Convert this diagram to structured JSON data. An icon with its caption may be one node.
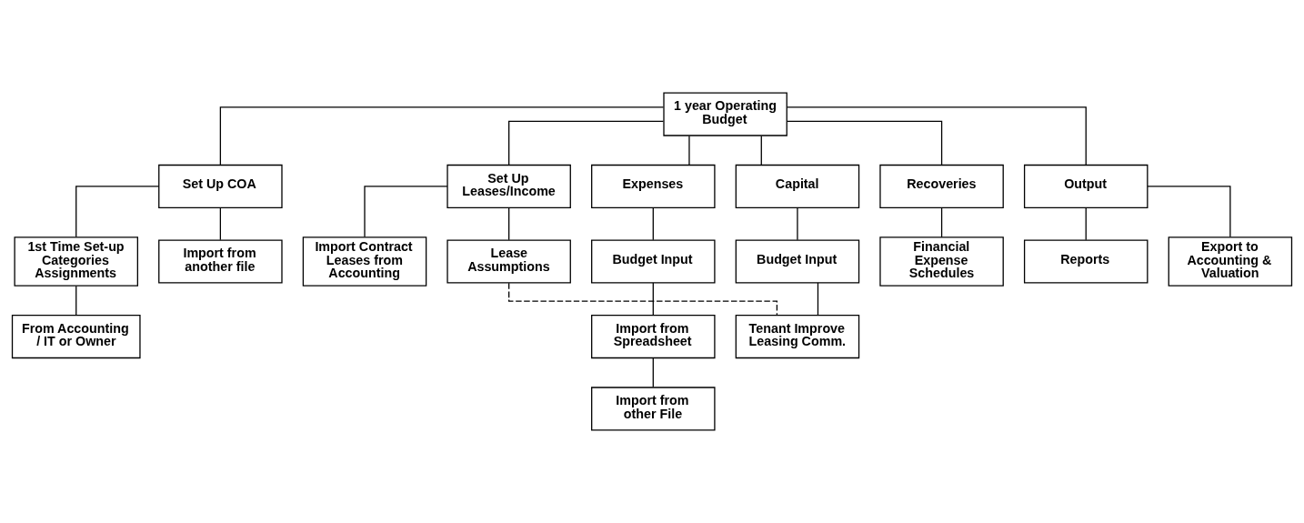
{
  "diagram": {
    "nodes": [
      {
        "text": [
          "1 year Operating Budget"
        ]
      },
      {
        "text": [
          "Set Up COA"
        ]
      },
      {
        "text": [
          "Set Up Leases/Income"
        ]
      },
      {
        "text": [
          "Expenses"
        ]
      },
      {
        "text": [
          "Capital"
        ]
      },
      {
        "text": [
          "Recoveries"
        ]
      },
      {
        "text": [
          "Output"
        ]
      },
      {
        "text": [
          "1st Time Set-up Categories Assignments"
        ]
      },
      {
        "text": [
          "Import from another file"
        ]
      },
      {
        "text": [
          "From Accounting / IT or Owner"
        ]
      },
      {
        "text": [
          "Import Contract Leases from Accounting"
        ]
      },
      {
        "text": [
          "Lease Assumptions"
        ]
      },
      {
        "text": [
          "Budget Input"
        ]
      },
      {
        "text": [
          "Import from Spreadsheet"
        ]
      },
      {
        "text": [
          "Import from other File"
        ]
      },
      {
        "text": [
          "Budget Input"
        ]
      },
      {
        "text": [
          "Tenant Improve Leasing Comm."
        ]
      },
      {
        "text": [
          "Financial Expense Schedules"
        ]
      },
      {
        "text": [
          "Reports"
        ]
      },
      {
        "text": [
          "Export to Accounting & Valuation"
        ]
      }
    ],
    "edges": [
      {
        "from": 0,
        "to": 1,
        "arrow": "none"
      },
      {
        "from": 0,
        "to": 2,
        "arrow": "none"
      },
      {
        "from": 0,
        "to": 3,
        "arrow": "none"
      },
      {
        "from": 0,
        "to": 4,
        "arrow": "none"
      },
      {
        "from": 0,
        "to": 5,
        "arrow": "none"
      },
      {
        "from": 0,
        "to": 6,
        "arrow": "none"
      },
      {
        "from": 1,
        "to": 7,
        "arrow": "none"
      },
      {
        "from": 1,
        "to": 8,
        "arrow": "none"
      },
      {
        "from": 7,
        "to": 9,
        "arrow": "none"
      },
      {
        "from": 2,
        "to": 10,
        "arrow": "none"
      },
      {
        "from": 2,
        "to": 11,
        "arrow": "none"
      },
      {
        "from": 3,
        "to": 12,
        "arrow": "none"
      },
      {
        "from": 12,
        "to": 13,
        "arrow": "none"
      },
      {
        "from": 13,
        "to": 14,
        "arrow": "none"
      },
      {
        "from": 4,
        "to": 15,
        "arrow": "none"
      },
      {
        "from": 15,
        "to": 16,
        "arrow": "none"
      },
      {
        "from": 5,
        "to": 17,
        "arrow": "none"
      },
      {
        "from": 6,
        "to": 18,
        "arrow": "none"
      },
      {
        "from": 6,
        "to": 19,
        "arrow": "none"
      },
      {
        "from": 11,
        "to": 16,
        "arrow": "none",
        "style": "dashed"
      }
    ]
  }
}
